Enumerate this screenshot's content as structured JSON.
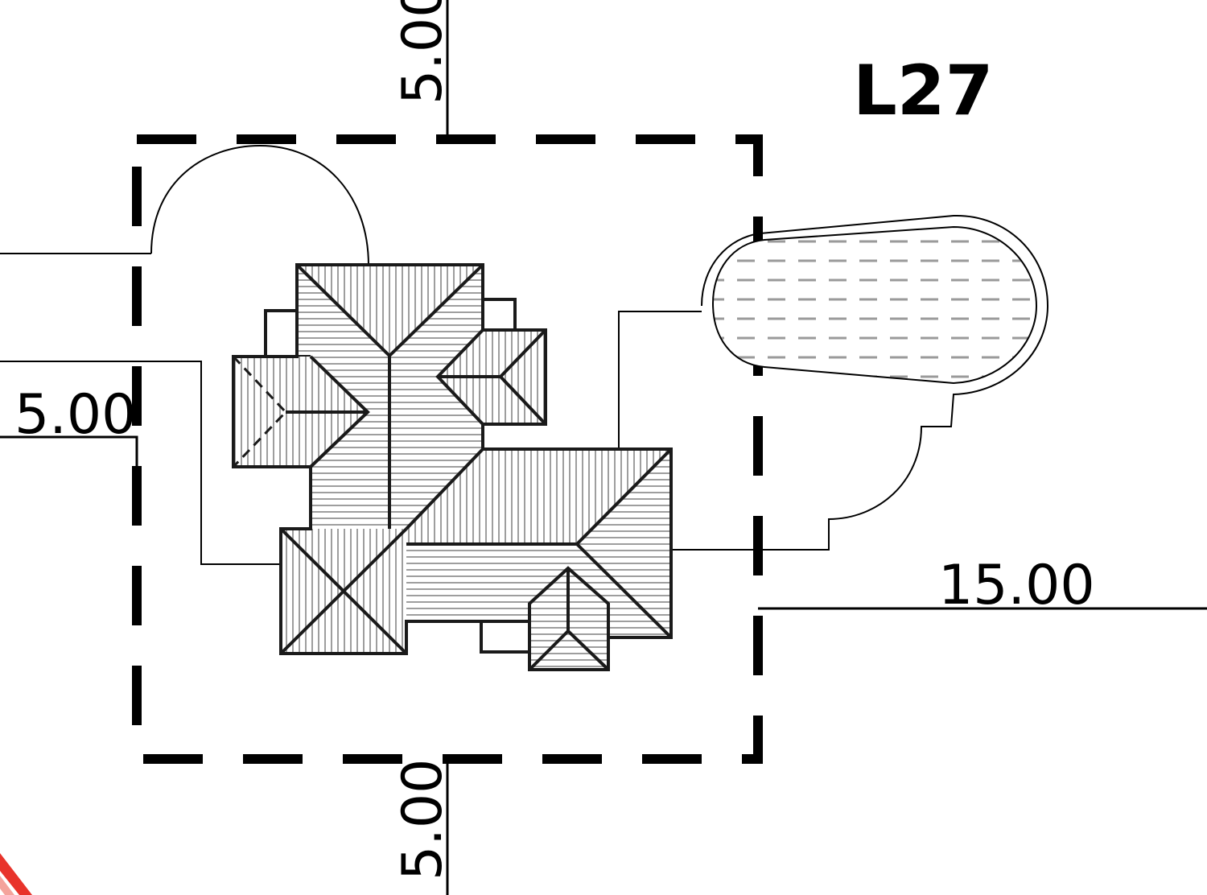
{
  "lot": {
    "label": "L27"
  },
  "setbacks": {
    "top": "5.00",
    "left": "5.00",
    "bottom": "5.00",
    "right": "15.00"
  },
  "colors": {
    "line": "#000000",
    "roof_hatch_light": "#bdbdbd",
    "pool_hatch": "#9a9a9a",
    "corner_mark": "#e8332b"
  }
}
